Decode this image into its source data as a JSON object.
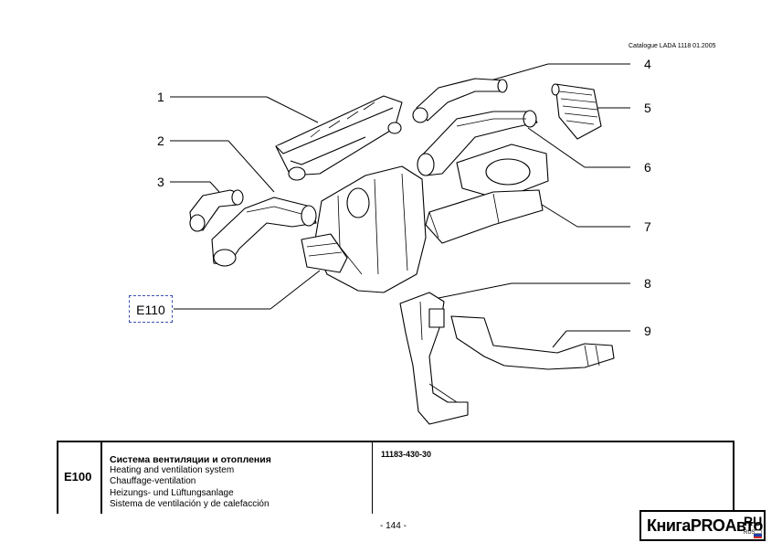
{
  "header": {
    "catalogue": "Catalogue LADA 1118   01.2005"
  },
  "callouts": [
    "1",
    "2",
    "3",
    "4",
    "5",
    "6",
    "7",
    "8",
    "9"
  ],
  "group_ref": "E110",
  "footer": {
    "code": "E100",
    "titles": [
      "Система вентиляции и отопления",
      "Heating and ventilation system",
      "Chauffage-ventilation",
      "Heizungs- und Lüftungsanlage",
      "Sistema de ventilación y de calefacción"
    ],
    "part_number": "11183-430-30"
  },
  "page_number": "- 144 -",
  "watermark": {
    "name": "КнигаPROАвто",
    "ru": "RU",
    "sub": "RUS"
  },
  "colors": {
    "line": "#000000",
    "dash_box": "#3a4fb0",
    "flag": [
      "#ffffff",
      "#1c3fa8",
      "#d52b1e"
    ]
  }
}
